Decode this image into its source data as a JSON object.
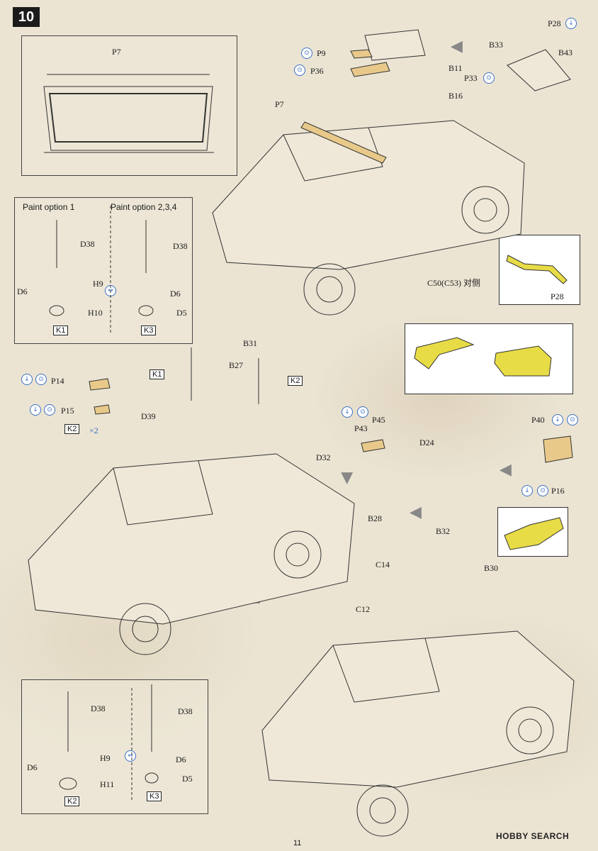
{
  "step": "10",
  "page_number": "11",
  "watermark": "HOBBY SEARCH",
  "paint_options": {
    "option1": "Paint option 1",
    "option234": "Paint option 2,3,4"
  },
  "parts": {
    "P7_top": "P7",
    "P7": "P7",
    "P9": "P9",
    "P36": "P36",
    "B11": "B11",
    "P33": "P33",
    "B16": "B16",
    "P28_top": "P28",
    "B33": "B33",
    "B43": "B43",
    "C50": "C50(C53) 对侧",
    "P28_detail": "P28",
    "D38_a": "D38",
    "H9_a": "H9",
    "D6_a": "D6",
    "H10": "H10",
    "K1_a": "K1",
    "D38_b": "D38",
    "D6_b": "D6",
    "D5_a": "D5",
    "K3_a": "K3",
    "B31": "B31",
    "B27": "B27",
    "K1_b": "K1",
    "K2_a": "K2",
    "P14": "P14",
    "P15": "P15",
    "K2_b": "K2",
    "x2": "×2",
    "D39_a": "D39",
    "D39_b": "D39",
    "P43": "P43",
    "P45": "P45",
    "D32": "D32",
    "D24": "D24",
    "P40": "P40",
    "P16": "P16",
    "B28": "B28",
    "B32": "B32",
    "C14": "C14",
    "B30": "B30",
    "C12": "C12",
    "D38_c": "D38",
    "H9_b": "H9",
    "D6_c": "D6",
    "H11": "H11",
    "K2_c": "K2",
    "D38_d": "D38",
    "D6_d": "D6",
    "D5_b": "D5",
    "K3_b": "K3"
  }
}
